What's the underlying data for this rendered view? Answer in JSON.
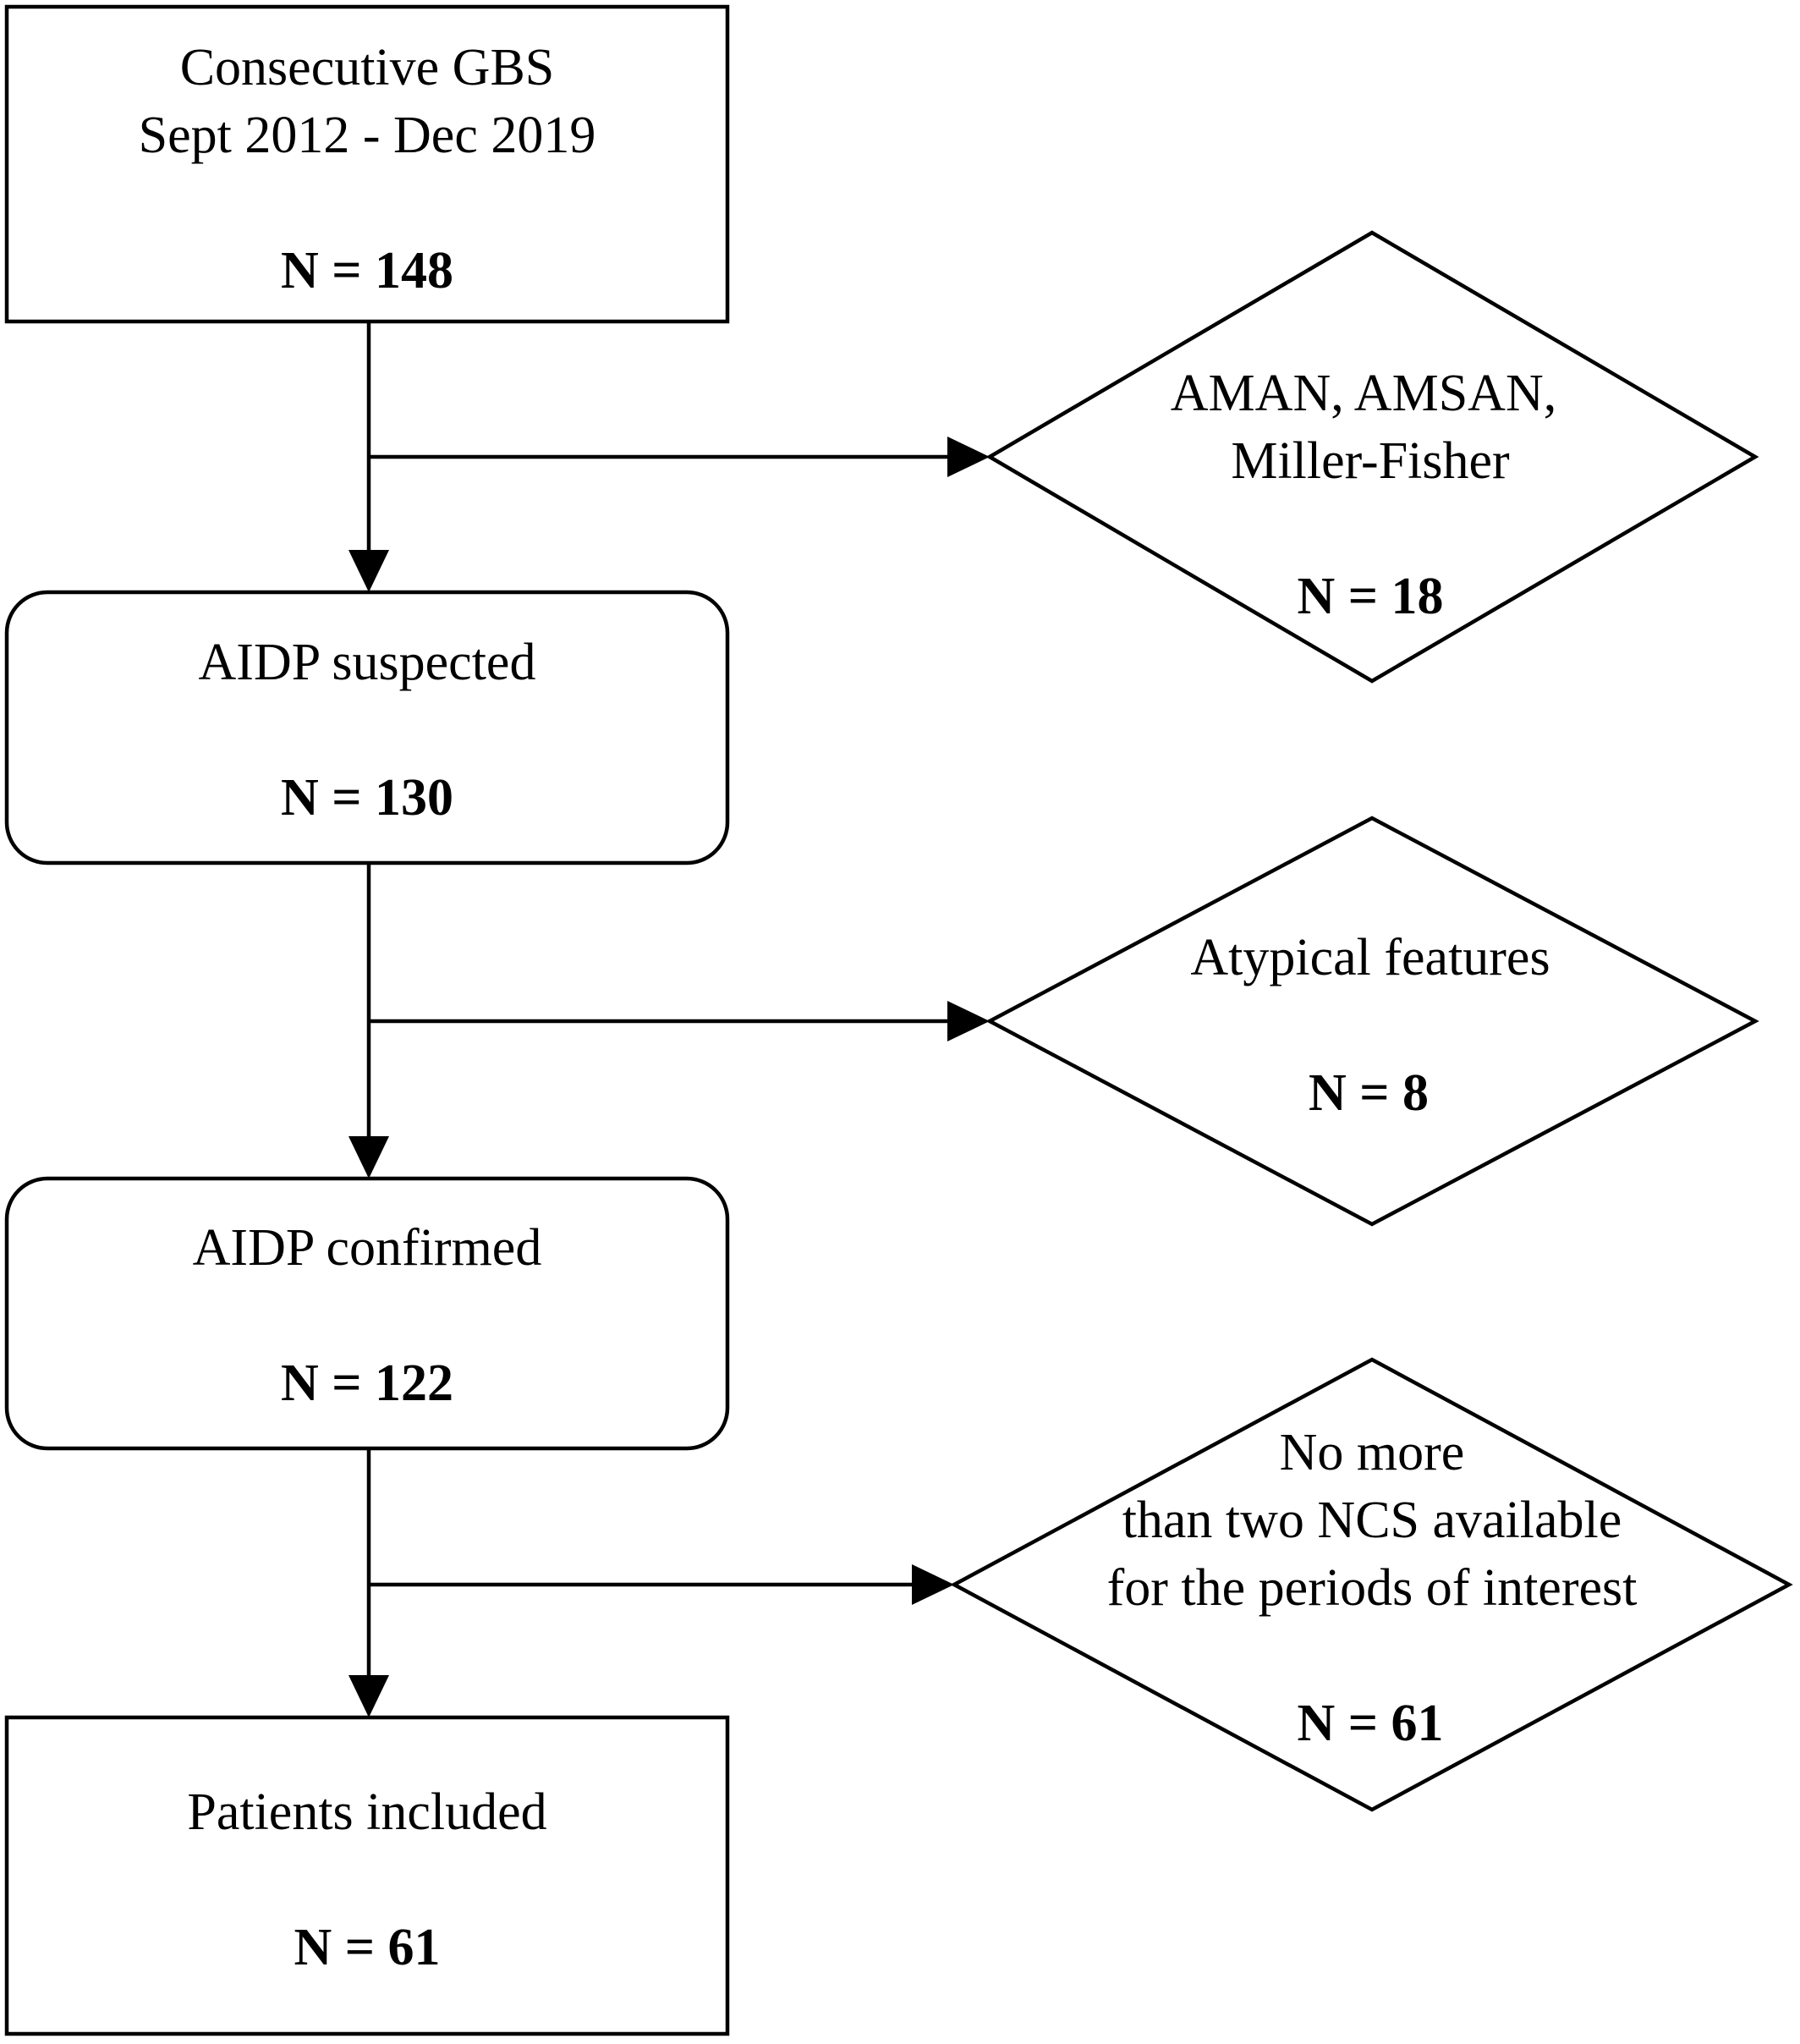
{
  "nodes": {
    "start": {
      "lines": [
        "Consecutive GBS",
        "Sept 2012 - Dec 2019"
      ],
      "count": "N = 148"
    },
    "suspected": {
      "lines": [
        "AIDP suspected"
      ],
      "count": "N = 130"
    },
    "confirmed": {
      "lines": [
        "AIDP confirmed"
      ],
      "count": "N = 122"
    },
    "included": {
      "lines": [
        "Patients included"
      ],
      "count": "N = 61"
    }
  },
  "exclusions": {
    "variants": {
      "lines": [
        "AMAN, AMSAN,",
        "Miller-Fisher"
      ],
      "count": "N = 18"
    },
    "atypical": {
      "lines": [
        "Atypical features"
      ],
      "count": "N = 8"
    },
    "ncs": {
      "lines": [
        "No more",
        "than two NCS available",
        "for the periods of interest"
      ],
      "count": "N = 61"
    }
  }
}
